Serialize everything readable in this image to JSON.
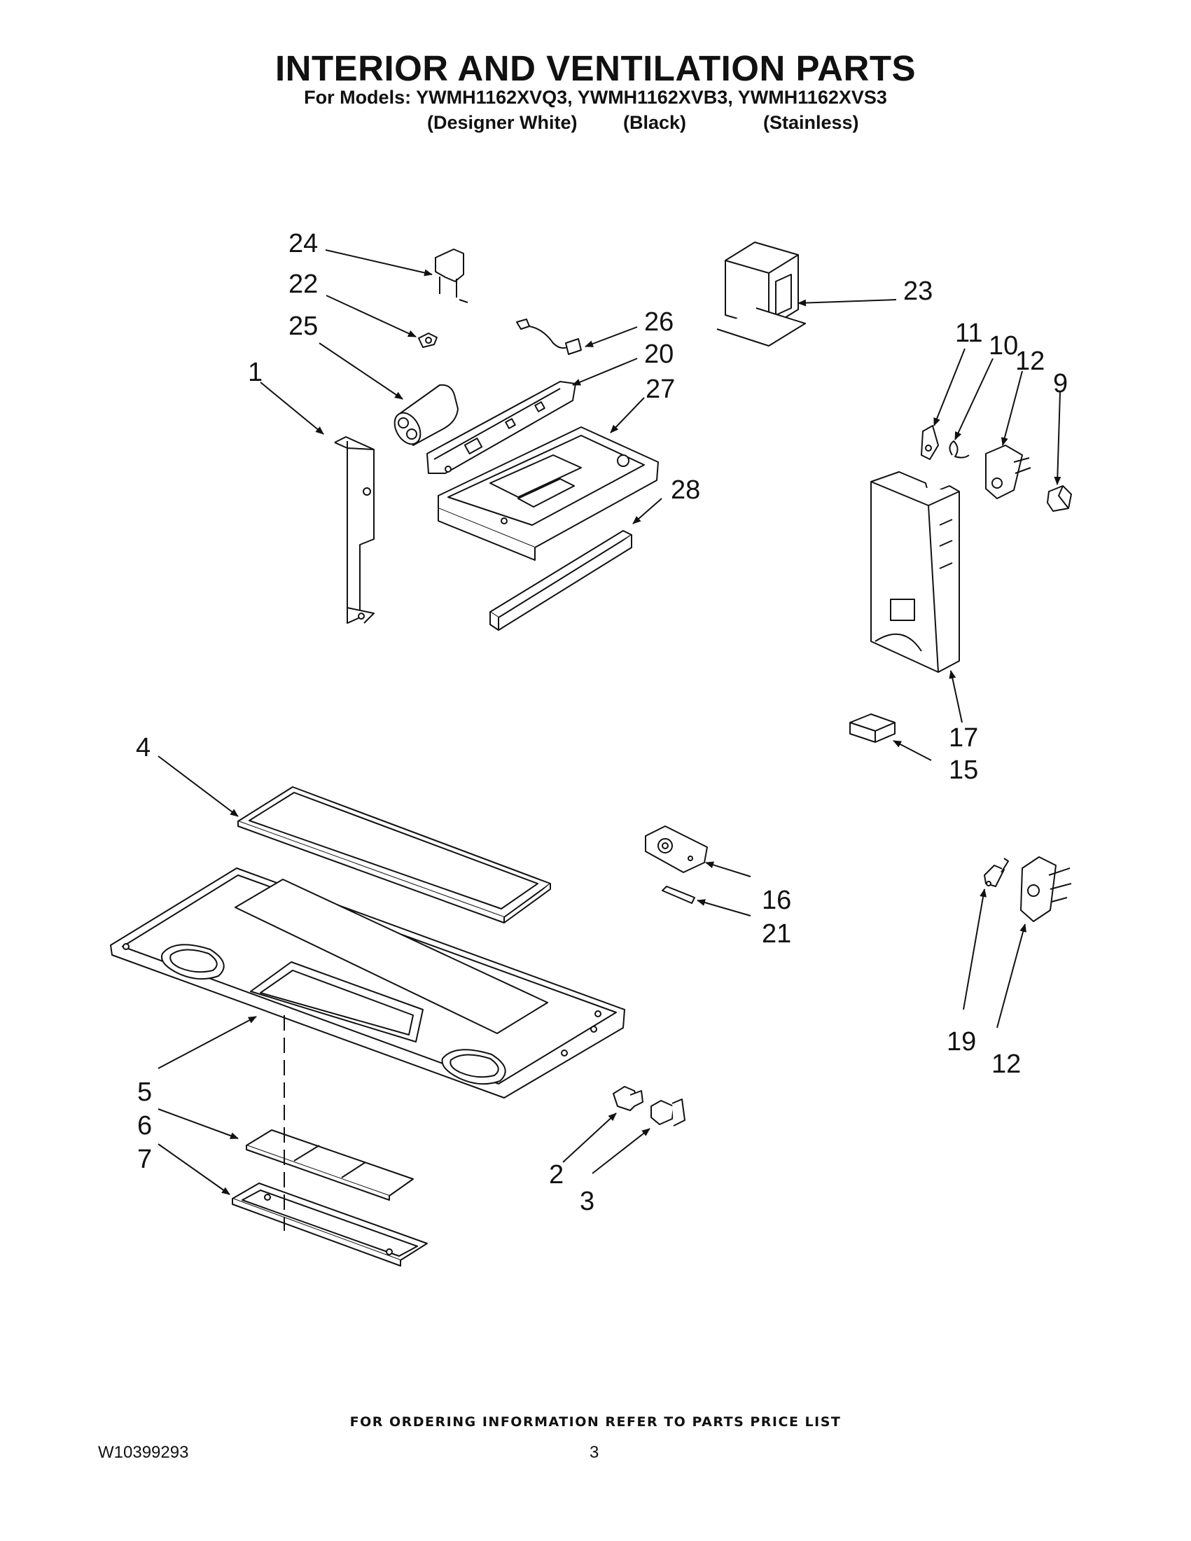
{
  "header": {
    "title": "INTERIOR AND VENTILATION PARTS",
    "models_line": "For Models: YWMH1162XVQ3, YWMH1162XVB3, YWMH1162XVS3",
    "variants": [
      "(Designer White)",
      "(Black)",
      "(Stainless)"
    ]
  },
  "callouts": {
    "c1": "1",
    "c2": "2",
    "c3": "3",
    "c4": "4",
    "c5": "5",
    "c6": "6",
    "c7": "7",
    "c9": "9",
    "c10": "10",
    "c11": "11",
    "c12a": "12",
    "c12b": "12",
    "c15": "15",
    "c16": "16",
    "c17": "17",
    "c19": "19",
    "c20": "20",
    "c21": "21",
    "c22": "22",
    "c23": "23",
    "c24": "24",
    "c25": "25",
    "c26": "26",
    "c27": "27",
    "c28": "28"
  },
  "footer": {
    "ordering_note": "FOR ORDERING INFORMATION REFER TO PARTS PRICE LIST",
    "document_number": "W10399293",
    "page_number": "3"
  }
}
